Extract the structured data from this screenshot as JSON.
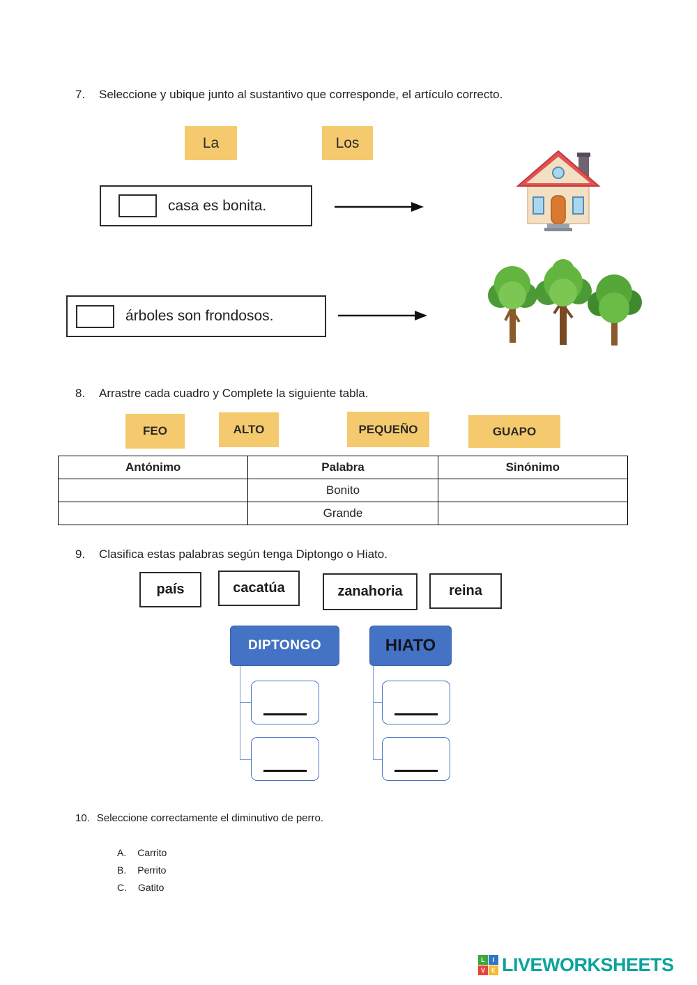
{
  "q7": {
    "number": "7.",
    "prompt": "Seleccione y ubique junto al sustantivo que corresponde, el artículo correcto.",
    "tiles": [
      "La",
      "Los"
    ],
    "sentences": [
      {
        "text": "casa es bonita."
      },
      {
        "text": "árboles son frondosos."
      }
    ]
  },
  "q8": {
    "number": "8.",
    "prompt": "Arrastre cada cuadro y Complete la siguiente tabla.",
    "tiles": [
      "FEO",
      "ALTO",
      "PEQUEÑO",
      "GUAPO"
    ],
    "table": {
      "headers": [
        "Antónimo",
        "Palabra",
        "Sinónimo"
      ],
      "rows": [
        [
          "",
          "Bonito",
          ""
        ],
        [
          "",
          "Grande",
          ""
        ]
      ]
    }
  },
  "q9": {
    "number": "9.",
    "prompt": "Clasifica estas palabras según tenga Diptongo o Hiato.",
    "words": [
      "país",
      "cacatúa",
      "zanahoria",
      "reina"
    ],
    "categories": [
      {
        "label": "DIPTONGO"
      },
      {
        "label": "HIATO"
      }
    ]
  },
  "q10": {
    "number": "10.",
    "prompt": "Seleccione correctamente el diminutivo de perro.",
    "options": [
      {
        "letter": "A.",
        "text": "Carrito"
      },
      {
        "letter": "B.",
        "text": "Perrito"
      },
      {
        "letter": "C.",
        "text": "Gatito"
      }
    ]
  },
  "footer": {
    "brand": "LIVEWORKSHEETS",
    "logo_letters": [
      "L",
      "I",
      "V",
      "E"
    ]
  },
  "colors": {
    "tile_yellow": "#F5CA6E",
    "category_blue": "#4472C4",
    "brand_teal": "#0BA39C"
  }
}
